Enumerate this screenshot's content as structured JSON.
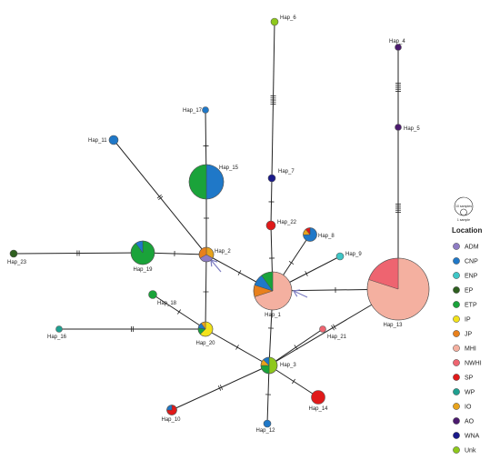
{
  "colors": {
    "ADM": "#8e7cc3",
    "CNP": "#1f78c8",
    "ENP": "#3ec6c6",
    "EP": "#2e5f1f",
    "ETP": "#1aa33a",
    "IP": "#f2e21a",
    "JP": "#e8801c",
    "MHI": "#f4b0a0",
    "NWHI": "#ee6470",
    "SP": "#e01a1a",
    "WP": "#1fa090",
    "IO": "#e8a31c",
    "AO": "#4b1a6e",
    "WNA": "#1a1a8a",
    "Unk": "#8ec81c"
  },
  "legend": {
    "title": "Location",
    "scale_large": "10 samples",
    "scale_small": "1 sample",
    "items": [
      "ADM",
      "CNP",
      "ENP",
      "EP",
      "ETP",
      "IP",
      "JP",
      "MHI",
      "NWHI",
      "SP",
      "WP",
      "IO",
      "AO",
      "WNA",
      "Unk"
    ]
  },
  "haplotypes": [
    {
      "id": "Hap_1",
      "label": "Hap_1",
      "size": 10,
      "slices": [
        {
          "loc": "MHI",
          "n": 7
        },
        {
          "loc": "JP",
          "n": 1
        },
        {
          "loc": "CNP",
          "n": 1
        },
        {
          "loc": "ETP",
          "n": 1
        }
      ]
    },
    {
      "id": "Hap_2",
      "label": "Hap_2",
      "size": 3,
      "slices": [
        {
          "loc": "IO",
          "n": 1
        },
        {
          "loc": "ADM",
          "n": 1
        },
        {
          "loc": "JP",
          "n": 1
        }
      ]
    },
    {
      "id": "Hap_3",
      "label": "Hap_3",
      "size": 3,
      "slices": [
        {
          "loc": "Unk",
          "n": 2
        },
        {
          "loc": "ETP",
          "n": 1
        },
        {
          "loc": "IO",
          "n": 0.5
        },
        {
          "loc": "CNP",
          "n": 0.5
        }
      ]
    },
    {
      "id": "Hap_4",
      "label": "Hap_4",
      "size": 1,
      "slices": [
        {
          "loc": "AO",
          "n": 1
        }
      ]
    },
    {
      "id": "Hap_5",
      "label": "Hap_5",
      "size": 1,
      "slices": [
        {
          "loc": "AO",
          "n": 1
        }
      ]
    },
    {
      "id": "Hap_6",
      "label": "Hap_6",
      "size": 1,
      "slices": [
        {
          "loc": "Unk",
          "n": 1
        }
      ]
    },
    {
      "id": "Hap_7",
      "label": "Hap_7",
      "size": 1,
      "slices": [
        {
          "loc": "WNA",
          "n": 1
        }
      ]
    },
    {
      "id": "Hap_8",
      "label": "Hap_8",
      "size": 2,
      "slices": [
        {
          "loc": "CNP",
          "n": 2
        },
        {
          "loc": "IO",
          "n": 0.4
        },
        {
          "loc": "SP",
          "n": 0.3
        }
      ]
    },
    {
      "id": "Hap_9",
      "label": "Hap_9",
      "size": 1,
      "slices": [
        {
          "loc": "ENP",
          "n": 1
        }
      ]
    },
    {
      "id": "Hap_10",
      "label": "Hap_10",
      "size": 2,
      "slices": [
        {
          "loc": "SP",
          "n": 3
        },
        {
          "loc": "CNP",
          "n": 1
        }
      ]
    },
    {
      "id": "Hap_11",
      "label": "Hap_11",
      "size": 1,
      "slices": [
        {
          "loc": "CNP",
          "n": 1
        }
      ]
    },
    {
      "id": "Hap_12",
      "label": "Hap_12",
      "size": 1,
      "slices": [
        {
          "loc": "CNP",
          "n": 1
        }
      ]
    },
    {
      "id": "Hap_13",
      "label": "Hap_13",
      "size": 40,
      "slices": [
        {
          "loc": "MHI",
          "n": 8
        },
        {
          "loc": "NWHI",
          "n": 2
        }
      ]
    },
    {
      "id": "Hap_14",
      "label": "Hap_14",
      "size": 3,
      "slices": [
        {
          "loc": "SP",
          "n": 1
        }
      ]
    },
    {
      "id": "Hap_15",
      "label": "Hap_15",
      "size": 10,
      "slices": [
        {
          "loc": "CNP",
          "n": 1
        },
        {
          "loc": "ETP",
          "n": 1
        }
      ]
    },
    {
      "id": "Hap_16",
      "label": "Hap_16",
      "size": 1,
      "slices": [
        {
          "loc": "WP",
          "n": 1
        }
      ]
    },
    {
      "id": "Hap_17",
      "label": "Hap_17",
      "size": 1,
      "slices": [
        {
          "loc": "CNP",
          "n": 1
        }
      ]
    },
    {
      "id": "Hap_18",
      "label": "Hap_18",
      "size": 1,
      "slices": [
        {
          "loc": "ETP",
          "n": 1
        }
      ]
    },
    {
      "id": "Hap_19",
      "label": "Hap_19",
      "size": 6,
      "slices": [
        {
          "loc": "ETP",
          "n": 9
        },
        {
          "loc": "CNP",
          "n": 1
        }
      ]
    },
    {
      "id": "Hap_20",
      "label": "Hap_20",
      "size": 3,
      "slices": [
        {
          "loc": "IP",
          "n": 5
        },
        {
          "loc": "ETP",
          "n": 1.2
        },
        {
          "loc": "CNP",
          "n": 1
        },
        {
          "loc": "IO",
          "n": 0.8
        }
      ]
    },
    {
      "id": "Hap_21",
      "label": "Hap_21",
      "size": 1,
      "slices": [
        {
          "loc": "NWHI",
          "n": 1
        }
      ]
    },
    {
      "id": "Hap_22",
      "label": "Hap_22",
      "size": 1,
      "slices": [
        {
          "loc": "SP",
          "n": 1
        }
      ]
    },
    {
      "id": "Hap_23",
      "label": "Hap_23",
      "size": 1,
      "slices": [
        {
          "loc": "EP",
          "n": 1
        }
      ]
    }
  ],
  "edges": [
    {
      "from": "Hap_6",
      "to": "Hap_7",
      "steps": 5
    },
    {
      "from": "Hap_7",
      "to": "Hap_22",
      "steps": 1
    },
    {
      "from": "Hap_22",
      "to": "Hap_1",
      "steps": 1
    },
    {
      "from": "Hap_4",
      "to": "Hap_5",
      "steps": 5
    },
    {
      "from": "Hap_5",
      "to": "Hap_13",
      "steps": 5
    },
    {
      "from": "Hap_13",
      "to": "Hap_1",
      "steps": 1
    },
    {
      "from": "Hap_13",
      "to": "Hap_3",
      "steps": 2
    },
    {
      "from": "Hap_1",
      "to": "Hap_8",
      "steps": 1
    },
    {
      "from": "Hap_1",
      "to": "Hap_9",
      "steps": 1
    },
    {
      "from": "Hap_1",
      "to": "Hap_2",
      "steps": 1
    },
    {
      "from": "Hap_1",
      "to": "Hap_3",
      "steps": 1
    },
    {
      "from": "Hap_17",
      "to": "Hap_15",
      "steps": 1
    },
    {
      "from": "Hap_15",
      "to": "Hap_2",
      "steps": 1
    },
    {
      "from": "Hap_11",
      "to": "Hap_2",
      "steps": 2
    },
    {
      "from": "Hap_23",
      "to": "Hap_19",
      "steps": 2
    },
    {
      "from": "Hap_19",
      "to": "Hap_2",
      "steps": 1
    },
    {
      "from": "Hap_2",
      "to": "Hap_20",
      "steps": 1
    },
    {
      "from": "Hap_18",
      "to": "Hap_20",
      "steps": 1
    },
    {
      "from": "Hap_16",
      "to": "Hap_20",
      "steps": 2
    },
    {
      "from": "Hap_20",
      "to": "Hap_3",
      "steps": 1
    },
    {
      "from": "Hap_3",
      "to": "Hap_10",
      "steps": 2
    },
    {
      "from": "Hap_3",
      "to": "Hap_12",
      "steps": 1
    },
    {
      "from": "Hap_3",
      "to": "Hap_14",
      "steps": 1
    },
    {
      "from": "Hap_3",
      "to": "Hap_21",
      "steps": 1
    }
  ],
  "arrows": [
    "Hap_2",
    "Hap_1"
  ]
}
